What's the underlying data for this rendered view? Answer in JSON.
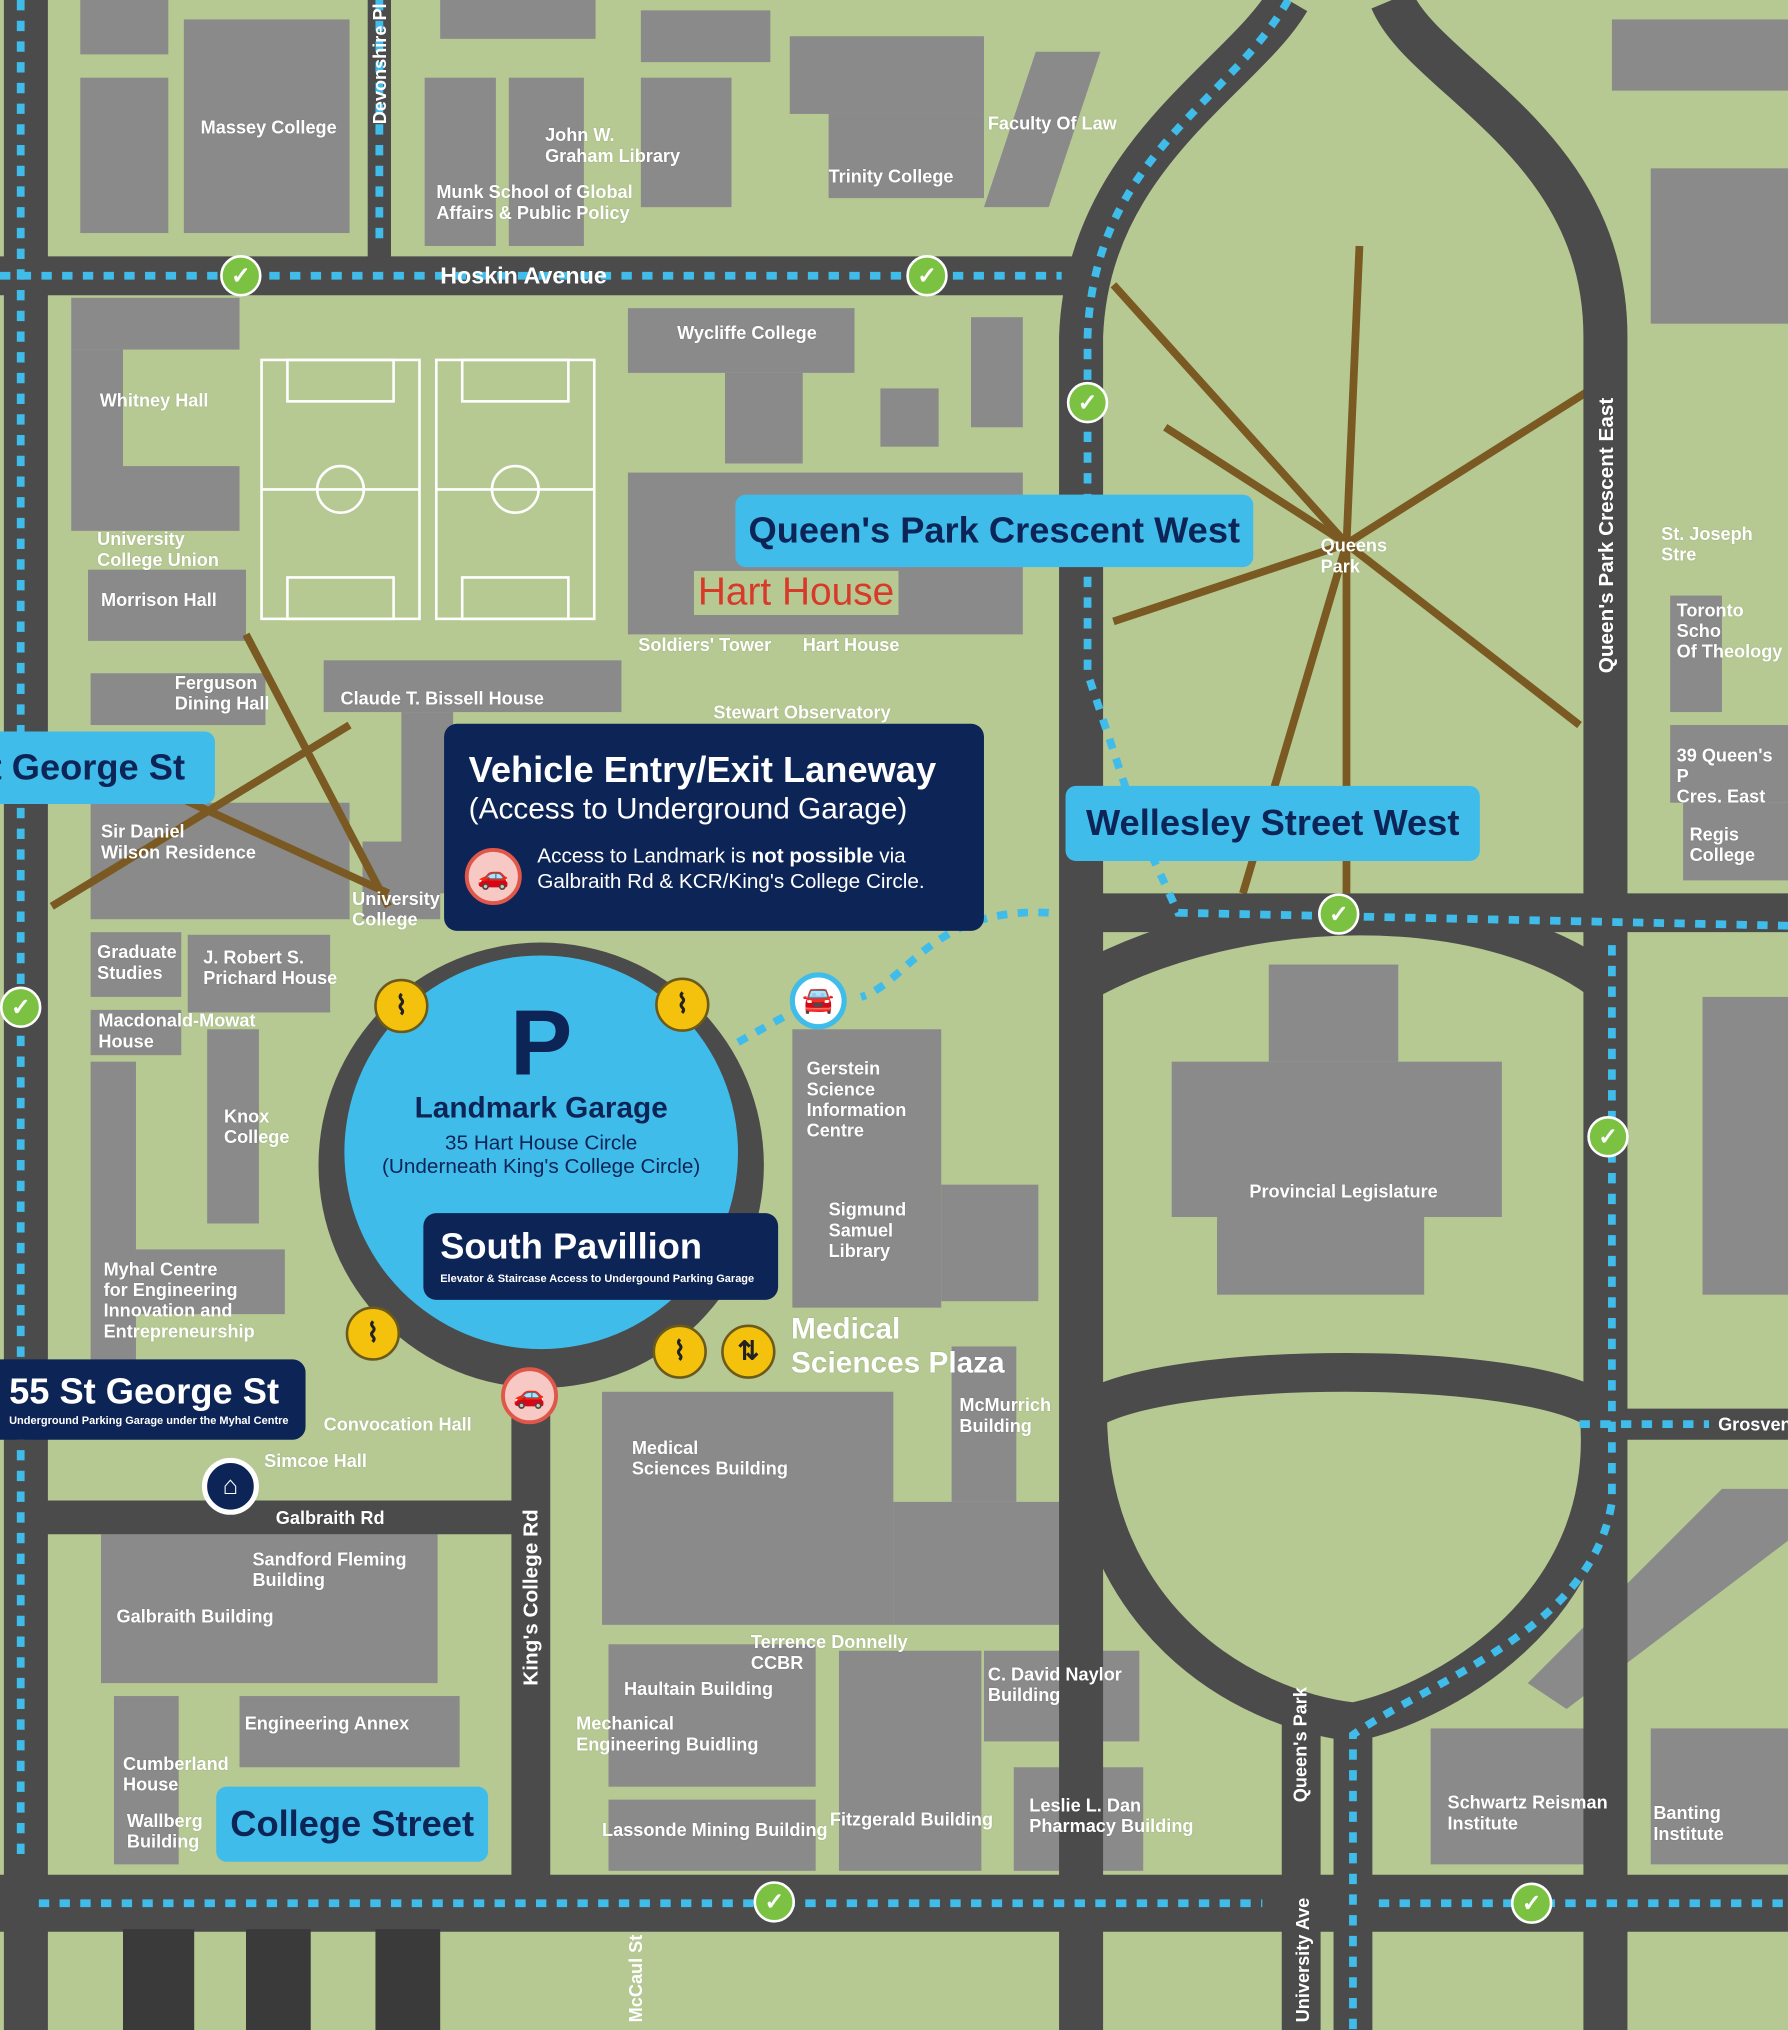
{
  "colors": {
    "grass": "#b6c992",
    "road": "#4b4b4b",
    "building": "#8a8a8a",
    "path": "#7a5a22",
    "accent": "#40bcea",
    "navy": "#0d2456",
    "check": "#7cc242",
    "stair": "#f4c20d",
    "red_label": "#d83a2a"
  },
  "streets": {
    "hoskin": "Hoskin Avenue",
    "devonshire": "Devonshire Pl",
    "qpce": "Queen's Park Crescent East",
    "st_joseph": "St. Joseph Stre",
    "galbraith": "Galbraith Rd",
    "kings_college": "King's College Rd",
    "queens_park": "Queen's Park",
    "mccaul": "McCaul St",
    "university": "University Ave",
    "grosvenor": "Grosven"
  },
  "callouts": {
    "qpcw": "Queen's Park Crescent West",
    "wellesley": "Wellesley Street West",
    "st_george": "t George St",
    "college": "College Street"
  },
  "vehicle_entry": {
    "title": "Vehicle Entry/Exit Laneway",
    "subtitle": "(Access to Underground Garage)",
    "note_pre": "Access to Landmark is ",
    "note_bold": "not possible",
    "note_post": " via\nGalbraith Rd & KCR/King's College Circle."
  },
  "south_pavillion": {
    "title": "South Pavillion",
    "subtitle": "Elevator & Staircase Access to Undergound Parking Garage"
  },
  "st_george_garage": {
    "title": "55 St George St",
    "subtitle": "Underground Parking Garage under the Myhal Centre"
  },
  "landmark": {
    "p": "P",
    "title": "Landmark Garage",
    "address": "35 Hart House Circle",
    "note": "(Underneath King's College Circle)"
  },
  "hart_house_big": "Hart House",
  "buildings": [
    "Massey College",
    "John W.\nGraham Library",
    "Munk School of Global\nAffairs & Public Policy",
    "Trinity College",
    "Faculty Of Law",
    "Wycliffe College",
    "Whitney Hall",
    "University\nCollege Union",
    "Morrison Hall",
    "Soldiers' Tower",
    "Hart House",
    "Ferguson\nDining Hall",
    "Claude T. Bissell House",
    "Stewart Observatory",
    "Queens\nPark",
    "Toronto Scho\nOf Theology",
    "39 Queen's P\nCres. East",
    "Regis\nCollege",
    "Sir Daniel\nWilson Residence",
    "University\nCollege",
    "Graduate\nStudies",
    "J. Robert S.\nPrichard House",
    "Macdonald-Mowat\nHouse",
    "Knox\nCollege",
    "Gerstein\nScience\nInformation\nCentre",
    "Provincial Legislature",
    "Sigmund\nSamuel\nLibrary",
    "Myhal Centre\nfor Engineering\nInnovation and\nEntrepreneurship",
    "McMurrich\nBuilding",
    "Convocation Hall",
    "Simcoe Hall",
    "Medical\nSciences Building",
    "Sandford Fleming\nBuilding",
    "Galbraith Building",
    "Terrence Donnelly\nCCBR",
    "C. David Naylor\nBuilding",
    "Haultain Building",
    "Mechanical\nEngineering Buidling",
    "Engineering Annex",
    "Cumberland\nHouse",
    "Schwartz Reisman\nInstitute",
    "Banting Institute",
    "Leslie L. Dan\nPharmacy Building",
    "Wallberg\nBuilding",
    "Lassonde Mining Building",
    "Fitzgerald Building"
  ],
  "medical_plaza": "Medical\nSciences Plaza",
  "icons": {
    "check": "✓",
    "stair": "stairs-icon",
    "elevator": "elevator-icon",
    "car": "car-icon",
    "no_car": "no-entry-car-icon"
  }
}
